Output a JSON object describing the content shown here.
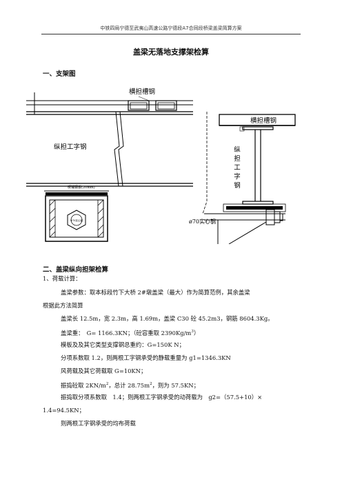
{
  "header": {
    "running_title": "中铁四局宁德至武夷山高速公路宁德段A7合同段桥梁盖梁简算方案"
  },
  "title": "盖梁无落地支撑架检算",
  "section1": {
    "heading": "一、支架图"
  },
  "figure": {
    "label_channel_top": "横担槽钢",
    "label_ibeam_long": "纵担工字钢",
    "label_plate": "楔铺钢板(20mm)",
    "label_pin_small": "Φ70实心钢",
    "label_channel_right": "横担槽钢",
    "label_ibeam_vertical": [
      "纵",
      "担",
      "工",
      "字",
      "钢"
    ],
    "label_rod": "ø70实心钢"
  },
  "section2": {
    "heading": "二、盖梁纵向担架检算",
    "item1": "1、荷载计算：",
    "p1_line1": "盖梁参数：取本标段竹下大桥 2#墩盖梁（最大）作为简算范例，其余盖梁",
    "p1_line2": "根据此方法简算",
    "p2_a": "盖梁长 12.5m，宽 2.3m，高 1.69m，盖梁 C30 砼 45.2m3，钢筋 8604.3Kg。",
    "p3_a": "盖梁重：　G= 1166.3KN；（砼容重取 2390Kg/m",
    "p3_sup": "3",
    "p3_b": "）",
    "p4": "模板及及其它类型支撑钢总重约：G=150K N；",
    "p5": "分项系数取 1.2，则两根工字钢承受的静载重量为 g1=1346.3KN",
    "p6": "风荷载及其它荷载取 G=10KN；",
    "p7_a": "振捣砼取 2KN/m",
    "p7_sup1": "2",
    "p7_b": "，总计 28.75m",
    "p7_sup2": "2",
    "p7_c": "，则为 57.5KN；",
    "p8": "振捣取分项系数取　1.4；则两根工字钢承受的动荷载为　g2=（57.5+10）×",
    "p8_cont": "1.4=94.5KN；",
    "p9": "则两根工字钢承受的均布荷载"
  }
}
